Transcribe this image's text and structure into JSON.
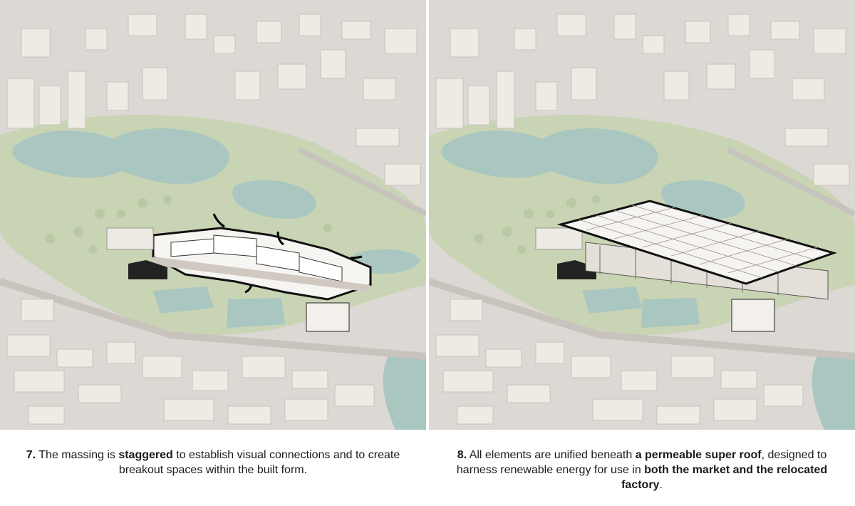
{
  "colors": {
    "ground": "#dcd8d3",
    "green": "#c9d4b4",
    "water": "#a9c7c0",
    "building": "#eeeae4",
    "building_shade": "#cfc9c1",
    "outline": "#111111"
  },
  "panels": [
    {
      "caption": {
        "number": "7.",
        "t1": " The massing is ",
        "b1": "staggered",
        "t2": " to establish visual connections and to create breakout spaces within the built form."
      }
    },
    {
      "caption": {
        "number": "8.",
        "t1": " All elements are unified beneath ",
        "b1": "a permeable super roof",
        "t2": ", designed to harness renewable energy for use in ",
        "b2": "both the market and the relocated factory",
        "t3": "."
      }
    }
  ]
}
